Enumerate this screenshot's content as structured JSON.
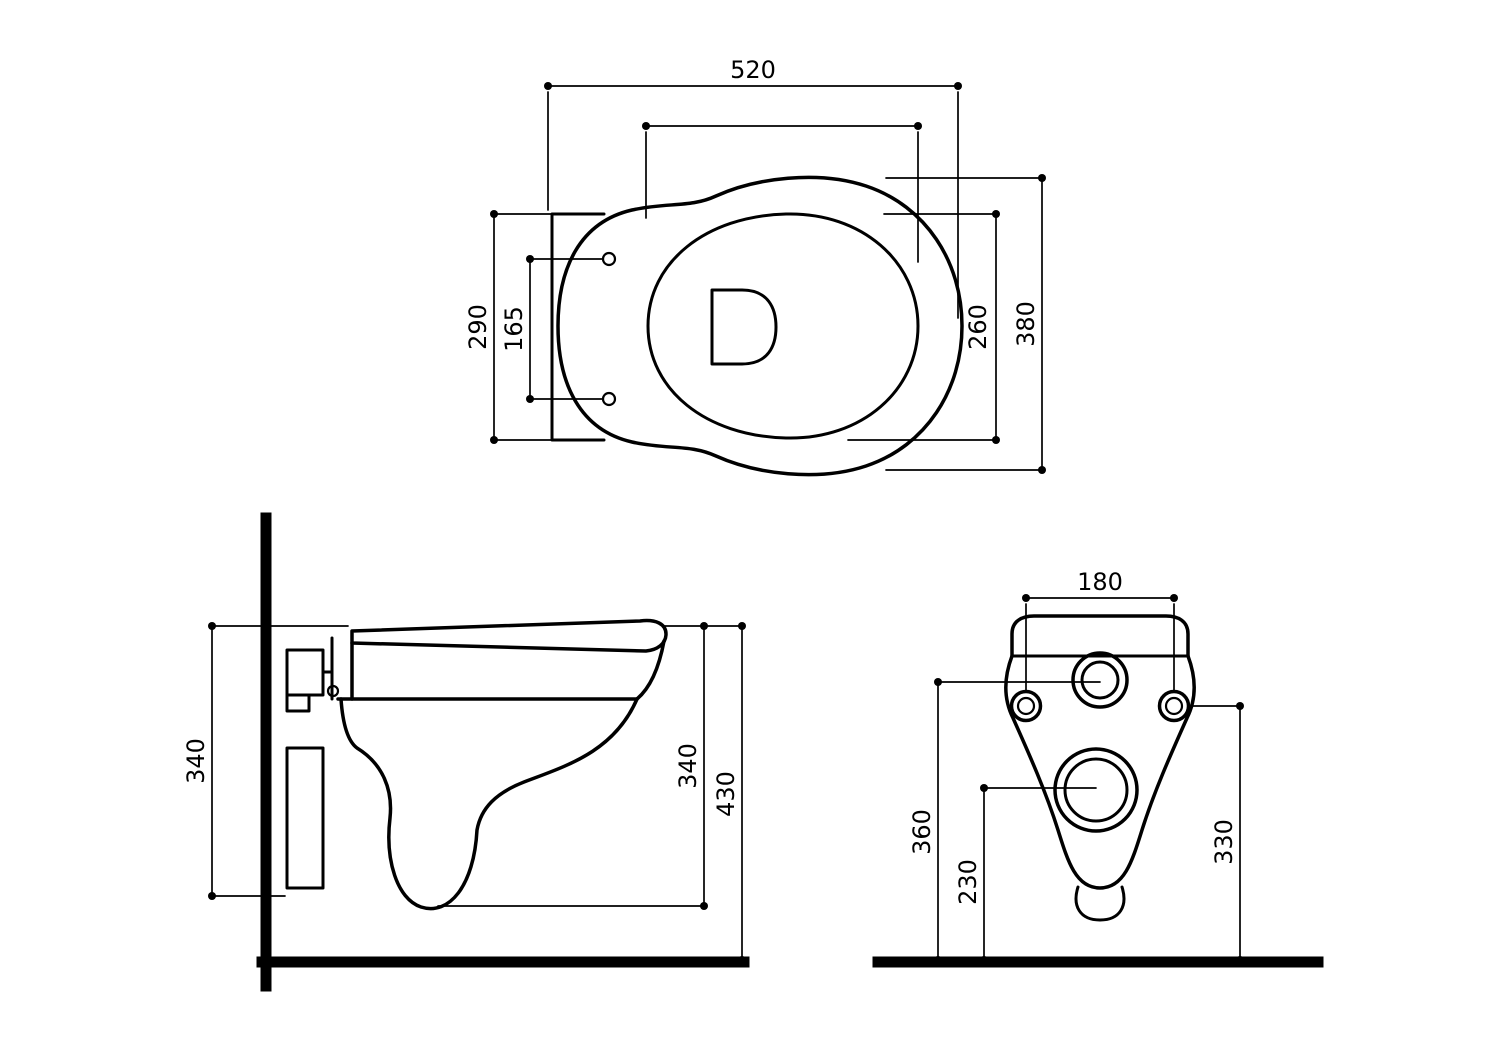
{
  "colors": {
    "line": "#000000",
    "background": "#ffffff"
  },
  "top_view": {
    "overall_length": "520",
    "overall_width": "380",
    "seat_width": "260",
    "mount_plate_width": "290",
    "fixing_hole_spacing": "165"
  },
  "side_view": {
    "mount_height": "340",
    "body_height": "340",
    "overall_height": "430"
  },
  "rear_view": {
    "fixing_hole_spacing": "180",
    "inlet_height": "360",
    "outlet_height": "230",
    "fixing_hole_height": "330"
  }
}
